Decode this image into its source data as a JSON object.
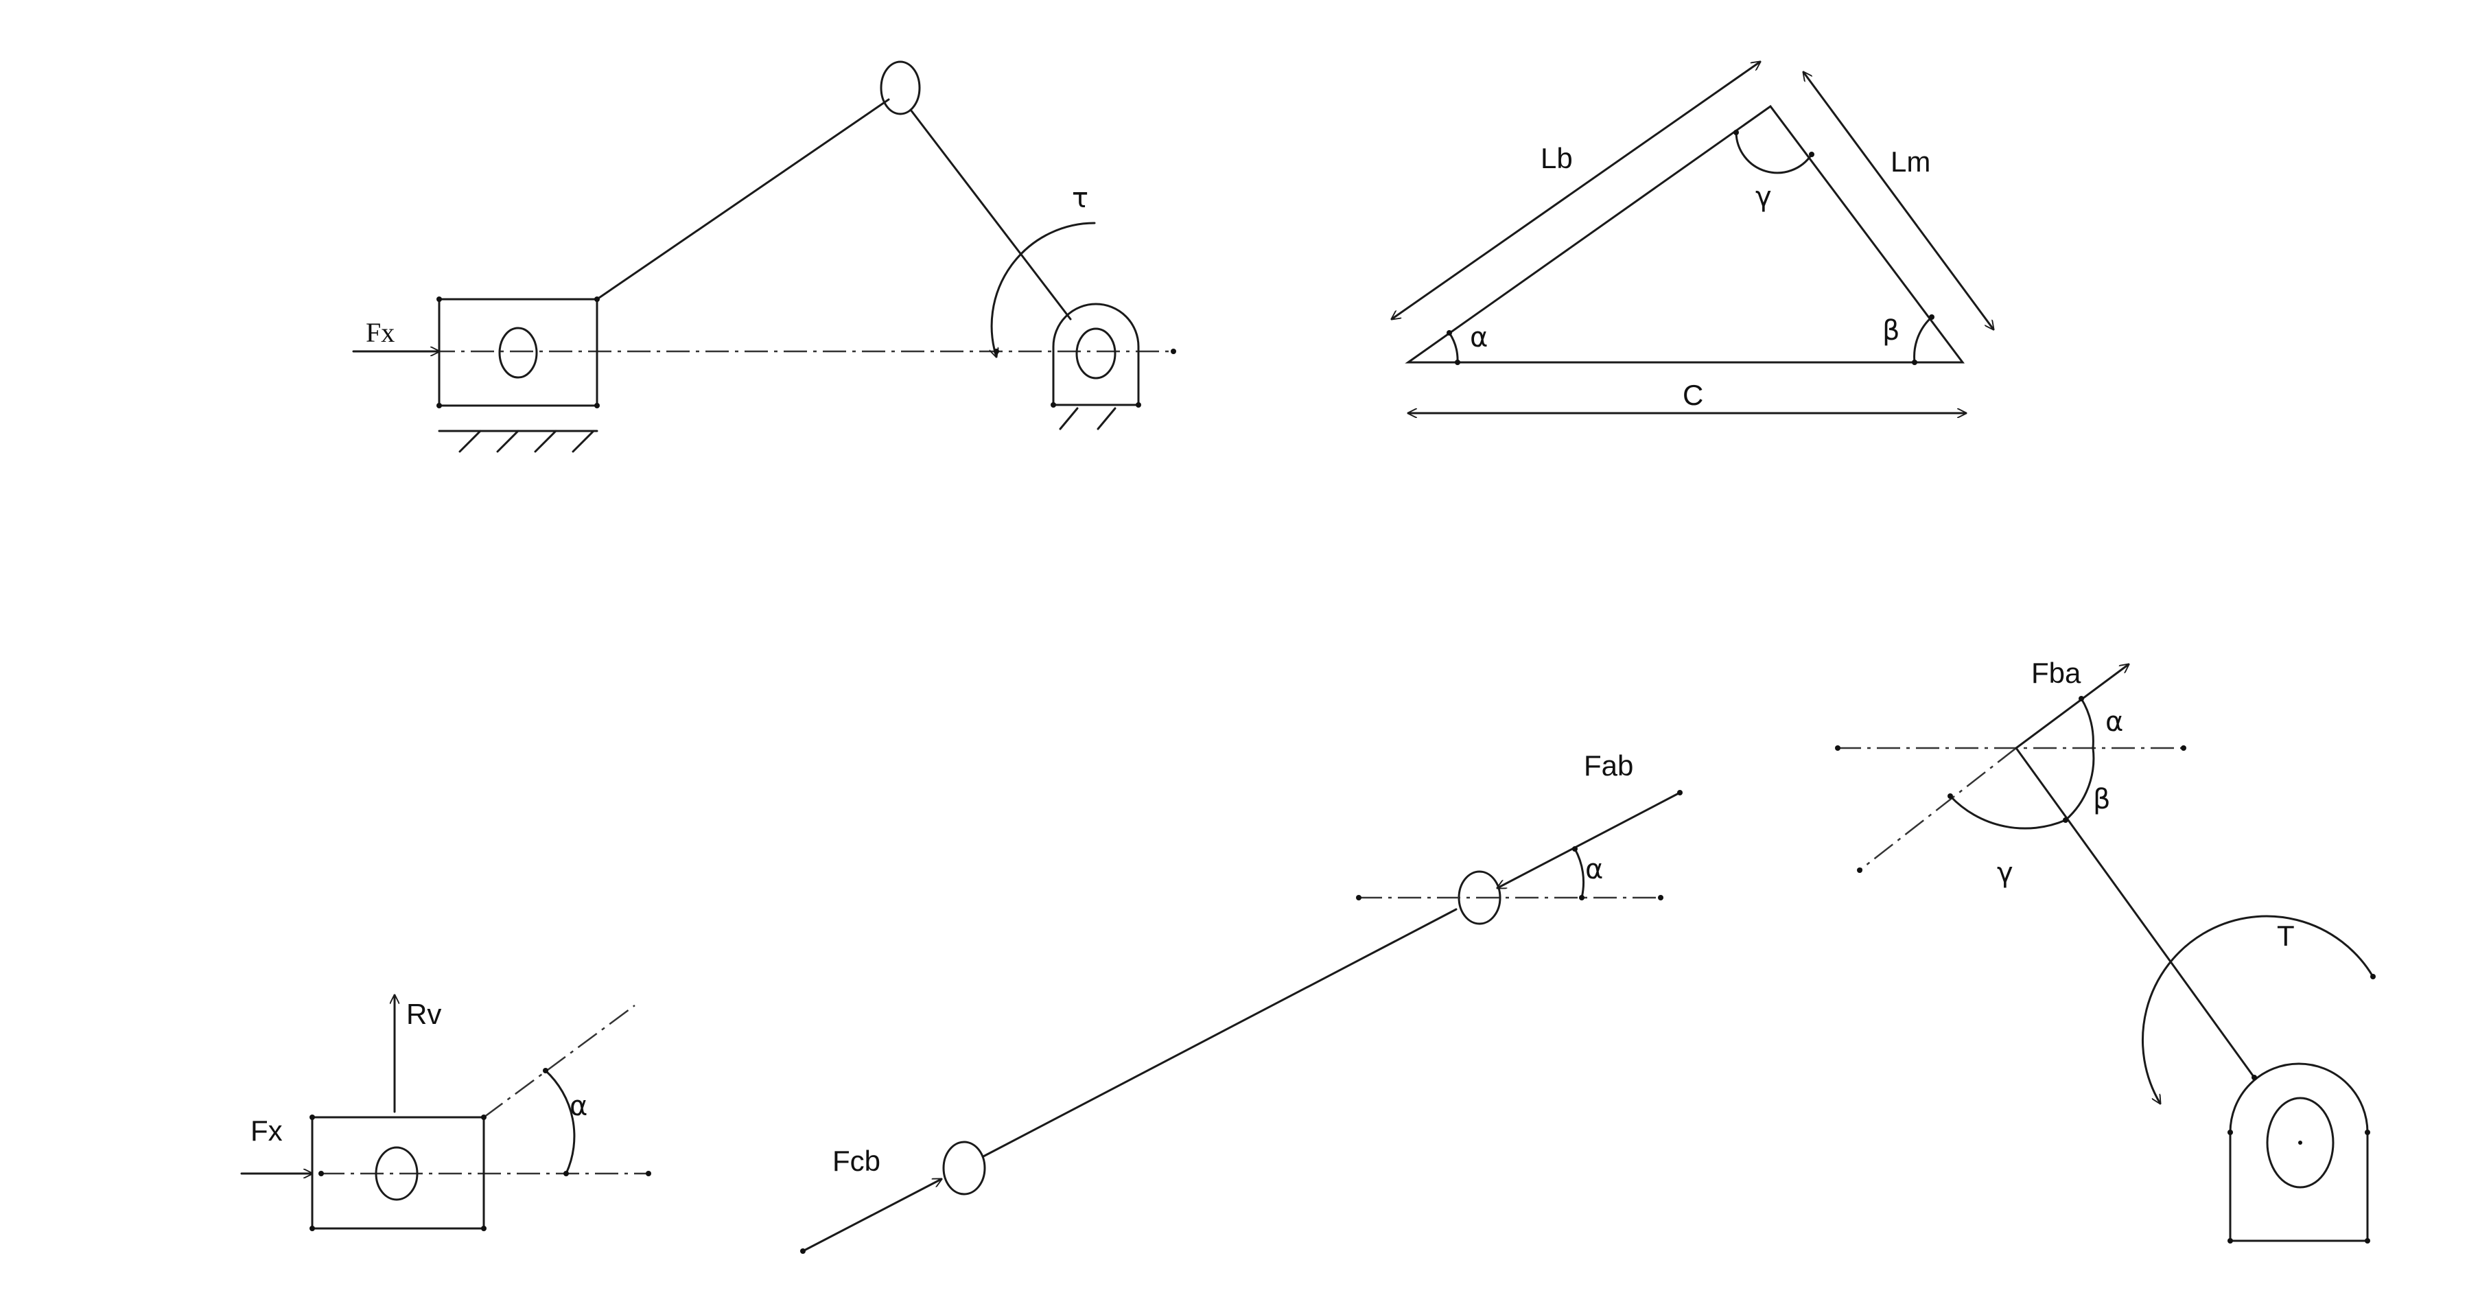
{
  "linkage": {
    "force_label": "Fx",
    "torque_label": "τ"
  },
  "triangle": {
    "side_b_label": "Lb",
    "side_m_label": "Lm",
    "base_label": "C",
    "angle_left": "α",
    "angle_right": "β",
    "angle_top": "γ"
  },
  "slider_fbd": {
    "force_label": "Fx",
    "reaction_label": "Rv",
    "angle_label": "α"
  },
  "rod_fbd": {
    "force_top": "Fab",
    "force_bottom": "Fcb",
    "angle_label": "α"
  },
  "crank_fbd": {
    "force_label": "Fba",
    "angle_alpha": "α",
    "angle_beta": "β",
    "angle_gamma": "γ",
    "torque_label": "T"
  },
  "colors": {
    "ink": "#1a1a1a",
    "background": "#ffffff"
  }
}
